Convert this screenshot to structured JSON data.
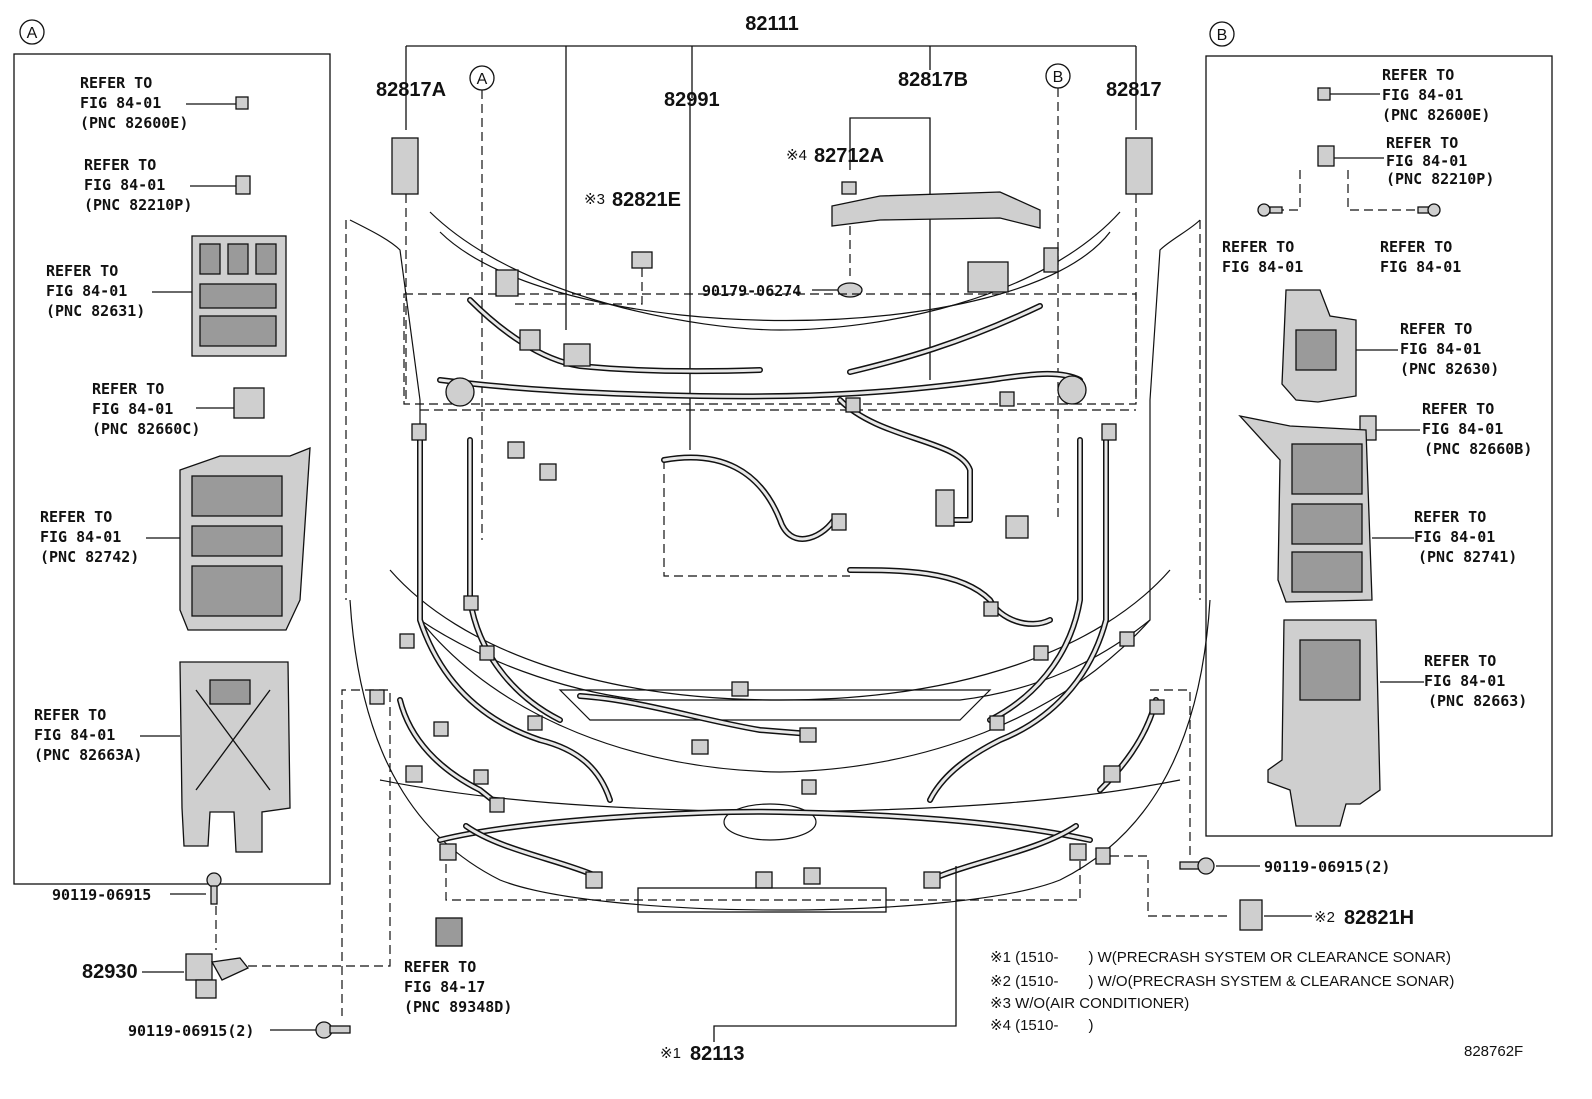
{
  "figure_id": "828762F",
  "callouts": {
    "panel_a": "A",
    "panel_b": "B",
    "main_a": "A",
    "main_b": "B"
  },
  "parts": {
    "p82111": "82111",
    "p82817A": "82817A",
    "p82991": "82991",
    "p82817B": "82817B",
    "p82817": "82817",
    "p82712A": "82712A",
    "p82712A_mark": "※4",
    "p82821E": "82821E",
    "p82821E_mark": "※3",
    "p90179": "90179-06274",
    "p90119_right": "90119-06915(2)",
    "p82821H": "82821H",
    "p82821H_mark": "※2",
    "p82113": "82113",
    "p82113_mark": "※1",
    "p90119_left_top": "90119-06915",
    "p82930": "82930",
    "p90119_left_bottom": "90119-06915(2)",
    "refer_center_1": "REFER TO",
    "refer_center_2": "FIG 84-17",
    "refer_center_3": "(PNC 89348D)"
  },
  "panel_a_refs": [
    {
      "l1": "REFER TO",
      "l2": "FIG 84-01",
      "l3": "(PNC 82600E)"
    },
    {
      "l1": "REFER TO",
      "l2": "FIG 84-01",
      "l3": "(PNC 82210P)"
    },
    {
      "l1": "REFER TO",
      "l2": "FIG 84-01",
      "l3": "(PNC 82631)"
    },
    {
      "l1": "REFER TO",
      "l2": "FIG 84-01",
      "l3": "(PNC 82660C)"
    },
    {
      "l1": "REFER TO",
      "l2": "FIG 84-01",
      "l3": "(PNC 82742)"
    },
    {
      "l1": "REFER TO",
      "l2": "FIG 84-01",
      "l3": "(PNC 82663A)"
    }
  ],
  "panel_b_refs": [
    {
      "l1": "REFER TO",
      "l2": "FIG 84-01",
      "l3": "(PNC 82600E)"
    },
    {
      "l1": "REFER TO",
      "l2": "FIG 84-01",
      "l3": "(PNC 82210P)"
    },
    {
      "l1": "REFER TO",
      "l2": "FIG 84-01"
    },
    {
      "l1": "REFER TO",
      "l2": "FIG 84-01"
    },
    {
      "l1": "REFER TO",
      "l2": "FIG 84-01",
      "l3": "(PNC 82630)"
    },
    {
      "l1": "REFER TO",
      "l2": "FIG 84-01",
      "l3": "(PNC 82660B)"
    },
    {
      "l1": "REFER TO",
      "l2": "FIG 84-01",
      "l3": "(PNC 82741)"
    },
    {
      "l1": "REFER TO",
      "l2": "FIG 84-01",
      "l3": "(PNC 82663)"
    }
  ],
  "notes": [
    "※1 (1510-　　) W(PRECRASH SYSTEM OR CLEARANCE SONAR)",
    "※2 (1510-　　) W/O(PRECRASH SYSTEM & CLEARANCE SONAR)",
    "※3 W/O(AIR CONDITIONER)",
    "※4 (1510-　　)"
  ]
}
